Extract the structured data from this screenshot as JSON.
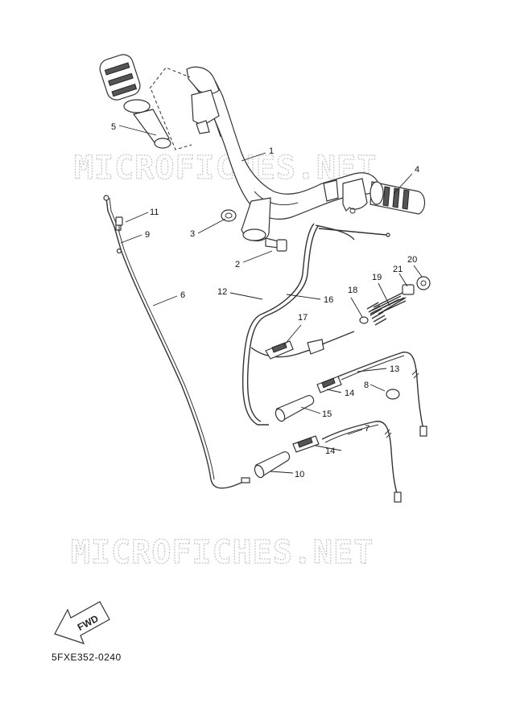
{
  "watermark": "MICROFICHES.NET",
  "diagram_code": "5FXE352-0240",
  "fwd_label": "FWD",
  "callouts": [
    "1",
    "2",
    "3",
    "4",
    "5",
    "6",
    "7",
    "8",
    "9",
    "10",
    "11",
    "12",
    "13",
    "14",
    "15",
    "16",
    "17",
    "18",
    "19",
    "20",
    "21"
  ]
}
